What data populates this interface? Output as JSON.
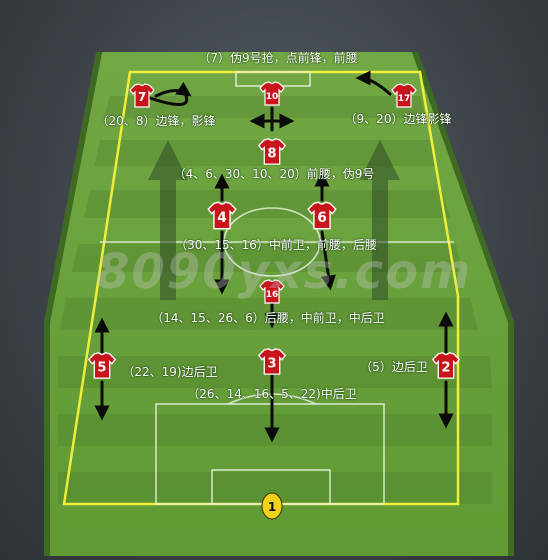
{
  "watermark": "8090yxs.com",
  "colors": {
    "pitch_light": "#6aa03c",
    "pitch_dark": "#4f7f2a",
    "boundary": "#f0ee3a",
    "shirt": "#c8151b",
    "keeper": "#f2d21a",
    "arrow": "#0a0a0a"
  },
  "annotations": {
    "forwards": "（7）伪9号抢，点前锋，前腰",
    "left_wing": "（20、8）边锋，影锋",
    "right_wing": "（9、20）边锋影锋",
    "attacking_mid": "（4、6、30、10、20）前腰，伪9号",
    "central_mid": "（30、15、16）中前卫，前腰，后腰",
    "holding_mid": "（14、15、26、6）后腰，中前卫，中后卫",
    "left_back": "（22、19)边后卫",
    "right_back": "（5）边后卫",
    "centre_back": "（26、14、16、5、22)中后卫"
  },
  "players": [
    {
      "id": "p7",
      "number": "7",
      "role": "left-wing"
    },
    {
      "id": "p10",
      "number": "10",
      "role": "striker"
    },
    {
      "id": "p17",
      "number": "17",
      "role": "right-wing"
    },
    {
      "id": "p8",
      "number": "8",
      "role": "attacking-mid"
    },
    {
      "id": "p4",
      "number": "4",
      "role": "left-central-mid"
    },
    {
      "id": "p6",
      "number": "6",
      "role": "right-central-mid"
    },
    {
      "id": "p16",
      "number": "16",
      "role": "holding-mid"
    },
    {
      "id": "p5",
      "number": "5",
      "role": "left-back"
    },
    {
      "id": "p3",
      "number": "3",
      "role": "centre-back"
    },
    {
      "id": "p2",
      "number": "2",
      "role": "right-back"
    },
    {
      "id": "p1",
      "number": "1",
      "role": "goalkeeper"
    }
  ]
}
